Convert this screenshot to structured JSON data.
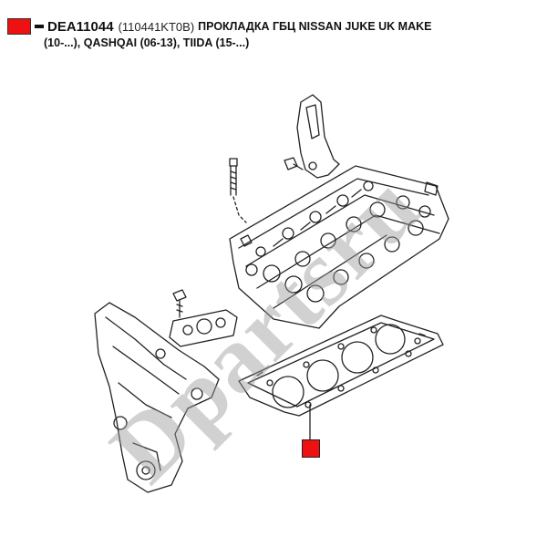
{
  "header": {
    "part_code": "DEA11044",
    "oem_number": "(110441KT0B)",
    "description_line1": "ПРОКЛАДКА ГБЦ NISSAN JUKE UK MAKE",
    "description_line2": "(10-...), QASHQAI (06-13), TIIDA (15-...)"
  },
  "watermark": "Dpartsru",
  "colors": {
    "marker": "#ee1111",
    "line": "#222222",
    "watermark": "#9a9a9a"
  },
  "icons": {
    "header_marker": "red-square-marker",
    "callout_marker": "red-square-marker"
  }
}
